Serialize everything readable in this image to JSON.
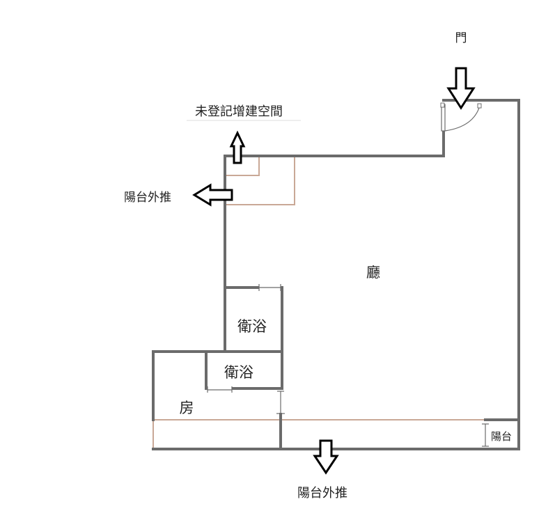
{
  "labels": {
    "door": "門",
    "unregistered_space": "未登記增建空間",
    "balcony_extension_left": "陽台外推",
    "living_room": "廳",
    "bathroom_upper": "衛浴",
    "bathroom_lower": "衛浴",
    "room": "房",
    "balcony": "陽台",
    "balcony_extension_bottom": "陽台外推"
  },
  "colors": {
    "wall": "#6b6b6b",
    "balcony_line": "#c9a896",
    "arrow": "#000000"
  }
}
